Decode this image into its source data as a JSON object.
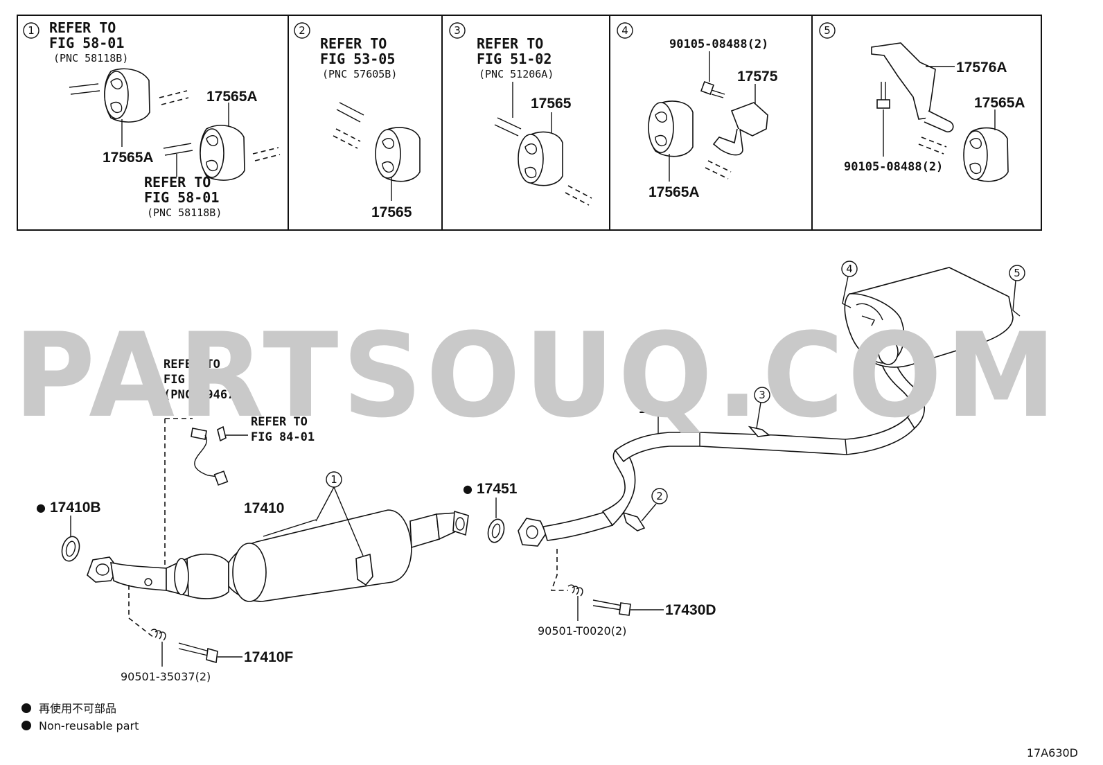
{
  "diagram_code": "17A630D",
  "legend": {
    "symbol": "●",
    "label_ja": "再使用不可部品",
    "label_en": "Non-reusable part"
  },
  "watermark": "PARTSOUQ.COM",
  "detail_panels": [
    {
      "index": "1",
      "refs": [
        {
          "line1": "REFER TO",
          "line2": "FIG 58-01",
          "line3": "(PNC 58118B)"
        },
        {
          "line1": "REFER TO",
          "line2": "FIG 58-01",
          "line3": "(PNC 58118B)"
        }
      ],
      "parts": [
        "17565A",
        "17565A"
      ]
    },
    {
      "index": "2",
      "refs": [
        {
          "line1": "REFER TO",
          "line2": "FIG 53-05",
          "line3": "(PNC 57605B)"
        }
      ],
      "parts": [
        "17565"
      ]
    },
    {
      "index": "3",
      "refs": [
        {
          "line1": "REFER TO",
          "line2": "FIG 51-02",
          "line3": "(PNC 51206A)"
        }
      ],
      "parts": [
        "17565"
      ]
    },
    {
      "index": "4",
      "refs": [],
      "parts": [
        "90105-08488(2)",
        "17575",
        "17565A"
      ]
    },
    {
      "index": "5",
      "refs": [],
      "parts": [
        "17576A",
        "17565A",
        "90105-08488(2)"
      ]
    }
  ],
  "main": {
    "ref_sensor": {
      "line1": "REFER TO",
      "line2": "FIG 84-01",
      "line3": "(PNC 89467C)"
    },
    "ref_sensor_clip": {
      "line1": "REFER TO",
      "line2": "FIG 84-01"
    },
    "labels": {
      "p17410B": "17410B",
      "p17410": "17410",
      "p17451": "17451",
      "p17430": "17430",
      "p17430D": "17430D",
      "p90501_T0020": "90501-T0020(2)",
      "p17410F": "17410F",
      "p90501_35037": "90501-35037(2)"
    },
    "callouts": [
      "1",
      "2",
      "3",
      "4",
      "5"
    ]
  }
}
